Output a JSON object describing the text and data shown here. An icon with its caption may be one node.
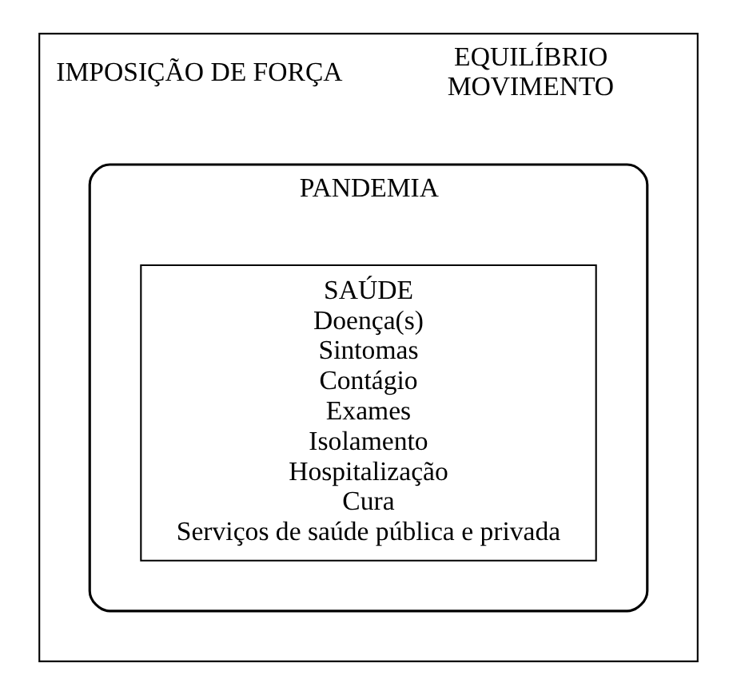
{
  "diagram": {
    "nodes": [
      {
        "text": [
          "IMPOSIÇÃO DE FORÇA",
          "EQUILÍBRIO MOVIMENTO"
        ]
      },
      {
        "text": [
          "PANDEMIA"
        ],
        "in": 0
      },
      {
        "text": [
          "SAÚDE",
          "Doença(s)",
          "Sintomas",
          "Contágio",
          "Exames",
          "Isolamento",
          "Hospitalização",
          "Cura",
          "Serviços de saúde pública e privada"
        ],
        "in": 1
      }
    ],
    "edges": []
  }
}
